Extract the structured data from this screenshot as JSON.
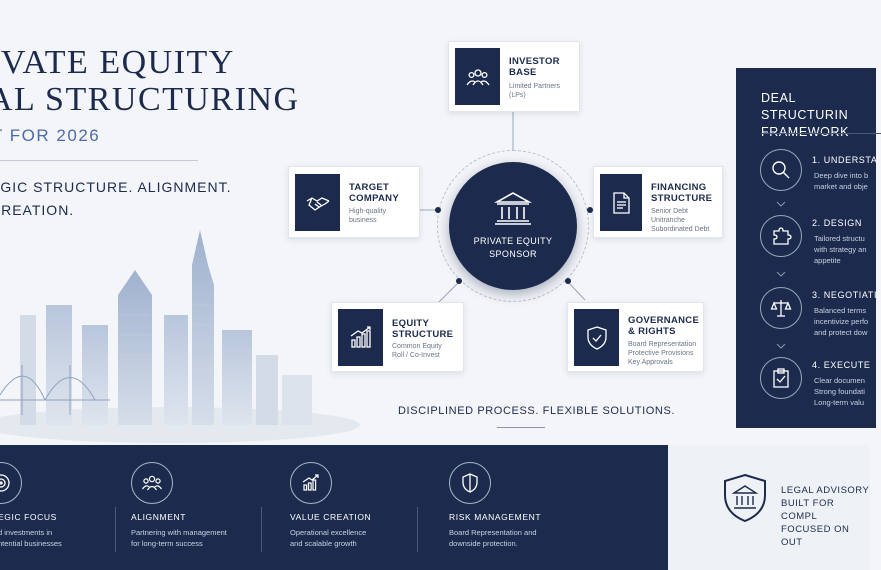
{
  "header": {
    "title_line1": "IVATE EQUITY",
    "title_line2": "AL STRUCTURING",
    "subtitle": "T FOR 2026",
    "tagline_line1": "EGIC STRUCTURE. ALIGNMENT.",
    "tagline_line2": "CREATION."
  },
  "hub": {
    "label": "PRIVATE EQUITY\nSPONSOR"
  },
  "cards": {
    "investor": {
      "title": "INVESTOR\nBASE",
      "sub": "Limited Partners\n(LPs)",
      "icon": "people-group-icon"
    },
    "target": {
      "title": "TARGET\nCOMPANY",
      "sub": "High-quality\nbusiness",
      "icon": "handshake-icon"
    },
    "financing": {
      "title": "FINANCING\nSTRUCTURE",
      "sub": "Senior Debt\nUnitranche\nSubordinated Debt",
      "icon": "document-icon"
    },
    "equity": {
      "title": "EQUITY\nSTRUCTURE",
      "sub": "Common Equity\nRoll / Co-Invest",
      "icon": "bar-chart-icon"
    },
    "governance": {
      "title": "GOVERNANCE\n& RIGHTS",
      "sub": "Board Representation\nProtective Provisions\nKey Approvals",
      "icon": "shield-check-icon"
    }
  },
  "process_text": "DISCIPLINED PROCESS.  FLEXIBLE SOLUTIONS.",
  "framework": {
    "title": "DEAL STRUCTURIN\nFRAMEWORK",
    "steps": [
      {
        "title": "1.  UNDERSTA",
        "desc": "Deep dive into b\nmarket and obje",
        "icon": "magnifier-icon"
      },
      {
        "title": "2.  DESIGN",
        "desc": "Tailored structu\nwith strategy an\nappetite",
        "icon": "puzzle-icon"
      },
      {
        "title": "3.  NEGOTIATI",
        "desc": "Balanced terms\nincentivize perfo\nand protect dow",
        "icon": "scales-icon"
      },
      {
        "title": "4.  EXECUTE",
        "desc": "Clear documen\nStrong foundati\nLong-term valu",
        "icon": "clipboard-check-icon"
      }
    ]
  },
  "pillars": [
    {
      "title": "EGIC FOCUS",
      "desc": "d investments in\nntential businesses",
      "icon": "target-icon"
    },
    {
      "title": "ALIGNMENT",
      "desc": "Partnering with management\nfor long-term success",
      "icon": "people-group-icon"
    },
    {
      "title": "VALUE CREATION",
      "desc": "Operational excellence\nand scalable growth",
      "icon": "growth-chart-icon"
    },
    {
      "title": "RISK MANAGEMENT",
      "desc": "Board Representation and\ndownside protection.",
      "icon": "shield-icon"
    }
  ],
  "advisory": {
    "text": "LEGAL ADVISORY\nBUILT FOR COMPL\nFOCUSED ON OUT",
    "icon": "courthouse-icon"
  },
  "colors": {
    "navy": "#1c2b4d",
    "accent_blue": "#4d6aa8",
    "background": "#f3f5f8"
  }
}
